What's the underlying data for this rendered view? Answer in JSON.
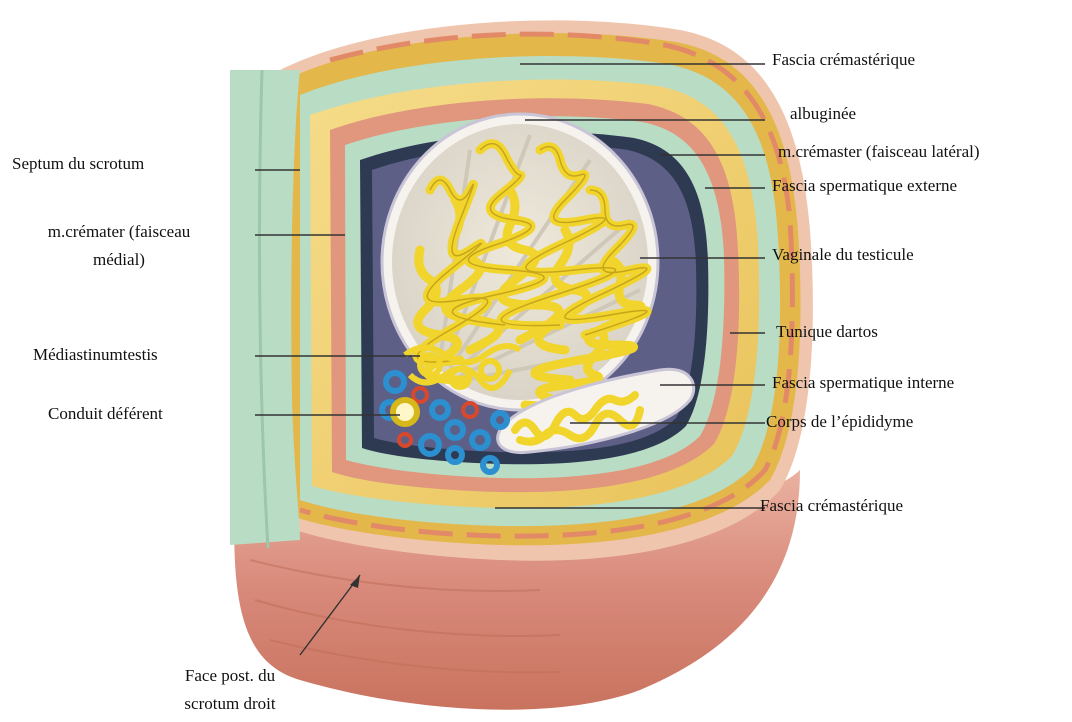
{
  "labels": {
    "fascia_cremasterique_top": "Fascia crémastérique",
    "albuginee": "albuginée",
    "cremaster_lateral": "m.crémaster (faisceau latéral)",
    "fascia_spermatique_externe": "Fascia spermatique externe",
    "vaginale": "Vaginale du testicule",
    "tunique_dartos": "Tunique dartos",
    "fascia_spermatique_interne": "Fascia spermatique interne",
    "corps_epididyme": "Corps de l’épididyme",
    "fascia_cremasterique_bottom": "Fascia crémastérique",
    "septum": "Septum du scrotum",
    "cremater_medial_1": "m.crémater (faisceau",
    "cremater_medial_2": "médial)",
    "mediastinum": "Médiastinumtestis",
    "conduit": "Conduit déférent",
    "face_post_1": "Face post. du",
    "face_post_2": "scrotum droit"
  },
  "colors": {
    "skin": "#d98a78",
    "dartos": "#e8c04a",
    "fat": "#f2d27a",
    "fascia_green": "#b9dcc4",
    "muscle": "#e0977d",
    "tunica_dark": "#2d3a52",
    "albuginea": "#e6e2dc",
    "tubules": "#f1d52c",
    "vessel_blue": "#2b8fd0",
    "vessel_red": "#d8482c"
  }
}
